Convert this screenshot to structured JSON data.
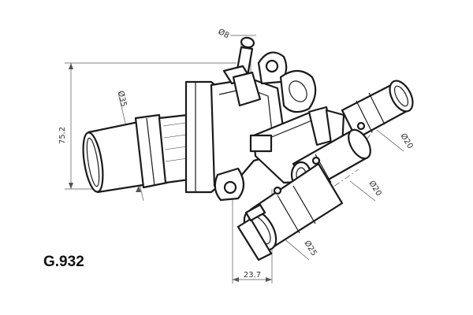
{
  "part_code": "G.932",
  "dimensions": {
    "height": "75.2",
    "offset": "23.7",
    "nipple_diameter": "Ø8",
    "inlet_diameter": "Ø35",
    "outlet_upper_diameter": "Ø20",
    "outlet_middle_diameter": "Ø20",
    "outlet_lower_diameter": "Ø25"
  },
  "colors": {
    "line": "#1a1a1a",
    "dimension": "#555555",
    "background": "#ffffff"
  }
}
